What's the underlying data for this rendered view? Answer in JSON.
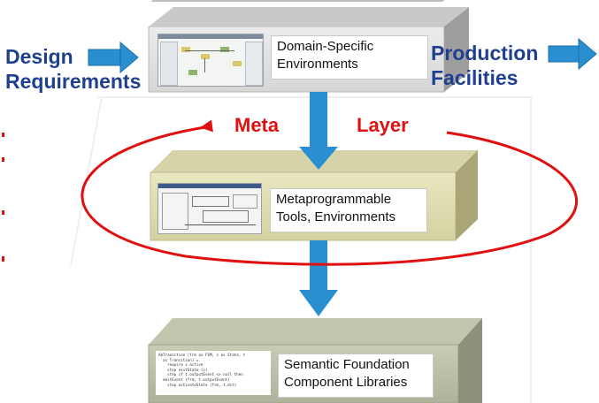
{
  "inputs": {
    "line1": "Design",
    "line2": "Requirements"
  },
  "outputs": {
    "line1": "Production",
    "line2": "Facilities"
  },
  "meta": {
    "word1": "Meta",
    "word2": "Layer"
  },
  "layers": [
    {
      "line1": "Domain-Specific",
      "line2": "Environments"
    },
    {
      "line1": "Metaprogrammable",
      "line2": "Tools, Environments"
    },
    {
      "line1": "Semantic Foundation",
      "line2": "Component Libraries"
    }
  ],
  "colors": {
    "arrow": "#2a8fd0",
    "meta": "#e01010",
    "text_blue": "#1f3f8f"
  },
  "code": [
    "AbTransition (frm as FSM, s as State, t",
    "  as Transition) =",
    "    require s.active",
    "    step exitState (s)",
    "    step if t.outputEvent <> null then",
    "  emitEvent (frm, t.outputEvent)",
    "    step activateState (frm, t.dst)"
  ]
}
